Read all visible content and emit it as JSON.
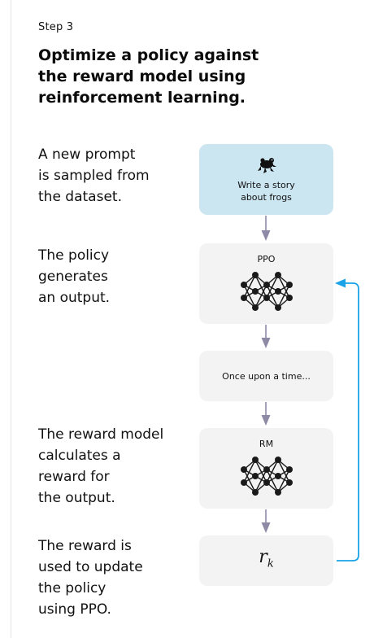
{
  "step": {
    "label": "Step 3",
    "title": "Optimize a policy against the reward model using reinforcement learning."
  },
  "descriptions": [
    "A new prompt\nis sampled from\nthe dataset.",
    "The policy\ngenerates\nan output.",
    "The reward model\ncalculates a\nreward for\nthe output.",
    "The reward is\nused to update\nthe policy\nusing PPO."
  ],
  "flow": {
    "prompt": {
      "text": "Write a story\nabout frogs",
      "icon": "frog-icon"
    },
    "policy": {
      "label": "PPO",
      "icon": "neural-network-icon"
    },
    "output": {
      "text": "Once upon a time..."
    },
    "reward_model": {
      "label": "RM",
      "icon": "neural-network-icon"
    },
    "reward": {
      "symbol": "r",
      "subscript": "k"
    }
  },
  "colors": {
    "prompt_box": "#cbe5f1",
    "node_box": "#f3f3f3",
    "down_arrow": "#8e8aa6",
    "feedback_arrow": "#1aa3e8",
    "network_node": "#1a1a1a"
  }
}
